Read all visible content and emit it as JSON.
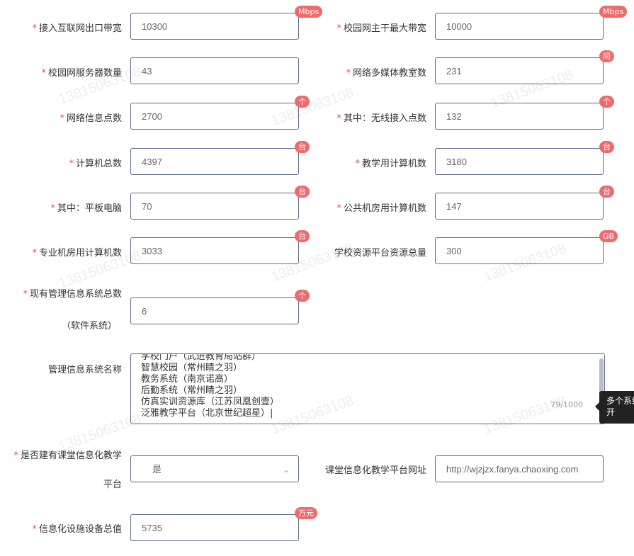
{
  "watermark": "13815063108",
  "fields": [
    {
      "label": "接入互联网出口带宽",
      "required": true,
      "value": "10300",
      "unit": "Mbps"
    },
    {
      "label": "校园网主干最大带宽",
      "required": true,
      "value": "10000",
      "unit": "Mbps"
    },
    {
      "label": "校园网服务器数量",
      "required": true,
      "value": "43",
      "unit": ""
    },
    {
      "label": "网络多媒体教室数",
      "required": true,
      "value": "231",
      "unit": "间"
    },
    {
      "label": "网络信息点数",
      "required": true,
      "value": "2700",
      "unit": "个"
    },
    {
      "label": "其中：无线接入点数",
      "required": true,
      "value": "132",
      "unit": "个"
    },
    {
      "label": "计算机总数",
      "required": true,
      "value": "4397",
      "unit": "台"
    },
    {
      "label": "教学用计算机数",
      "required": true,
      "value": "3180",
      "unit": "台"
    },
    {
      "label": "其中：平板电脑",
      "required": true,
      "value": "70",
      "unit": "台"
    },
    {
      "label": "公共机房用计算机数",
      "required": true,
      "value": "147",
      "unit": "台"
    },
    {
      "label": "专业机房用计算机数",
      "required": true,
      "value": "3033",
      "unit": "台"
    },
    {
      "label": "学校资源平台资源总量",
      "required": false,
      "value": "300",
      "unit": "GB"
    }
  ],
  "mis_count": {
    "label1": "现有管理信息系统总数",
    "label2": "（软件系统）",
    "value": "6",
    "unit": "个"
  },
  "mis_names": {
    "label": "管理信息系统名称",
    "value": "学校门户（武进教育局站群）\n智慧校园（常州睛之羽）\n教务系统（南京诺高）\n后勤系统（常州睛之羽）\n仿真实训资源库（江苏凤凰创壹）\n泛雅教学平台（北京世纪超星）|",
    "counter": "79/1000",
    "tooltip": "多个系统\n开"
  },
  "platform": {
    "label1": "是否建有课堂信息化教学",
    "label2": "平台",
    "value": "是"
  },
  "platform_url": {
    "label": "课堂信息化教学平台网址",
    "value": "http://wjzjzx.fanya.chaoxing.com"
  },
  "equipment": {
    "label": "信息化设施设备总值",
    "value": "5735",
    "unit": "万元"
  }
}
